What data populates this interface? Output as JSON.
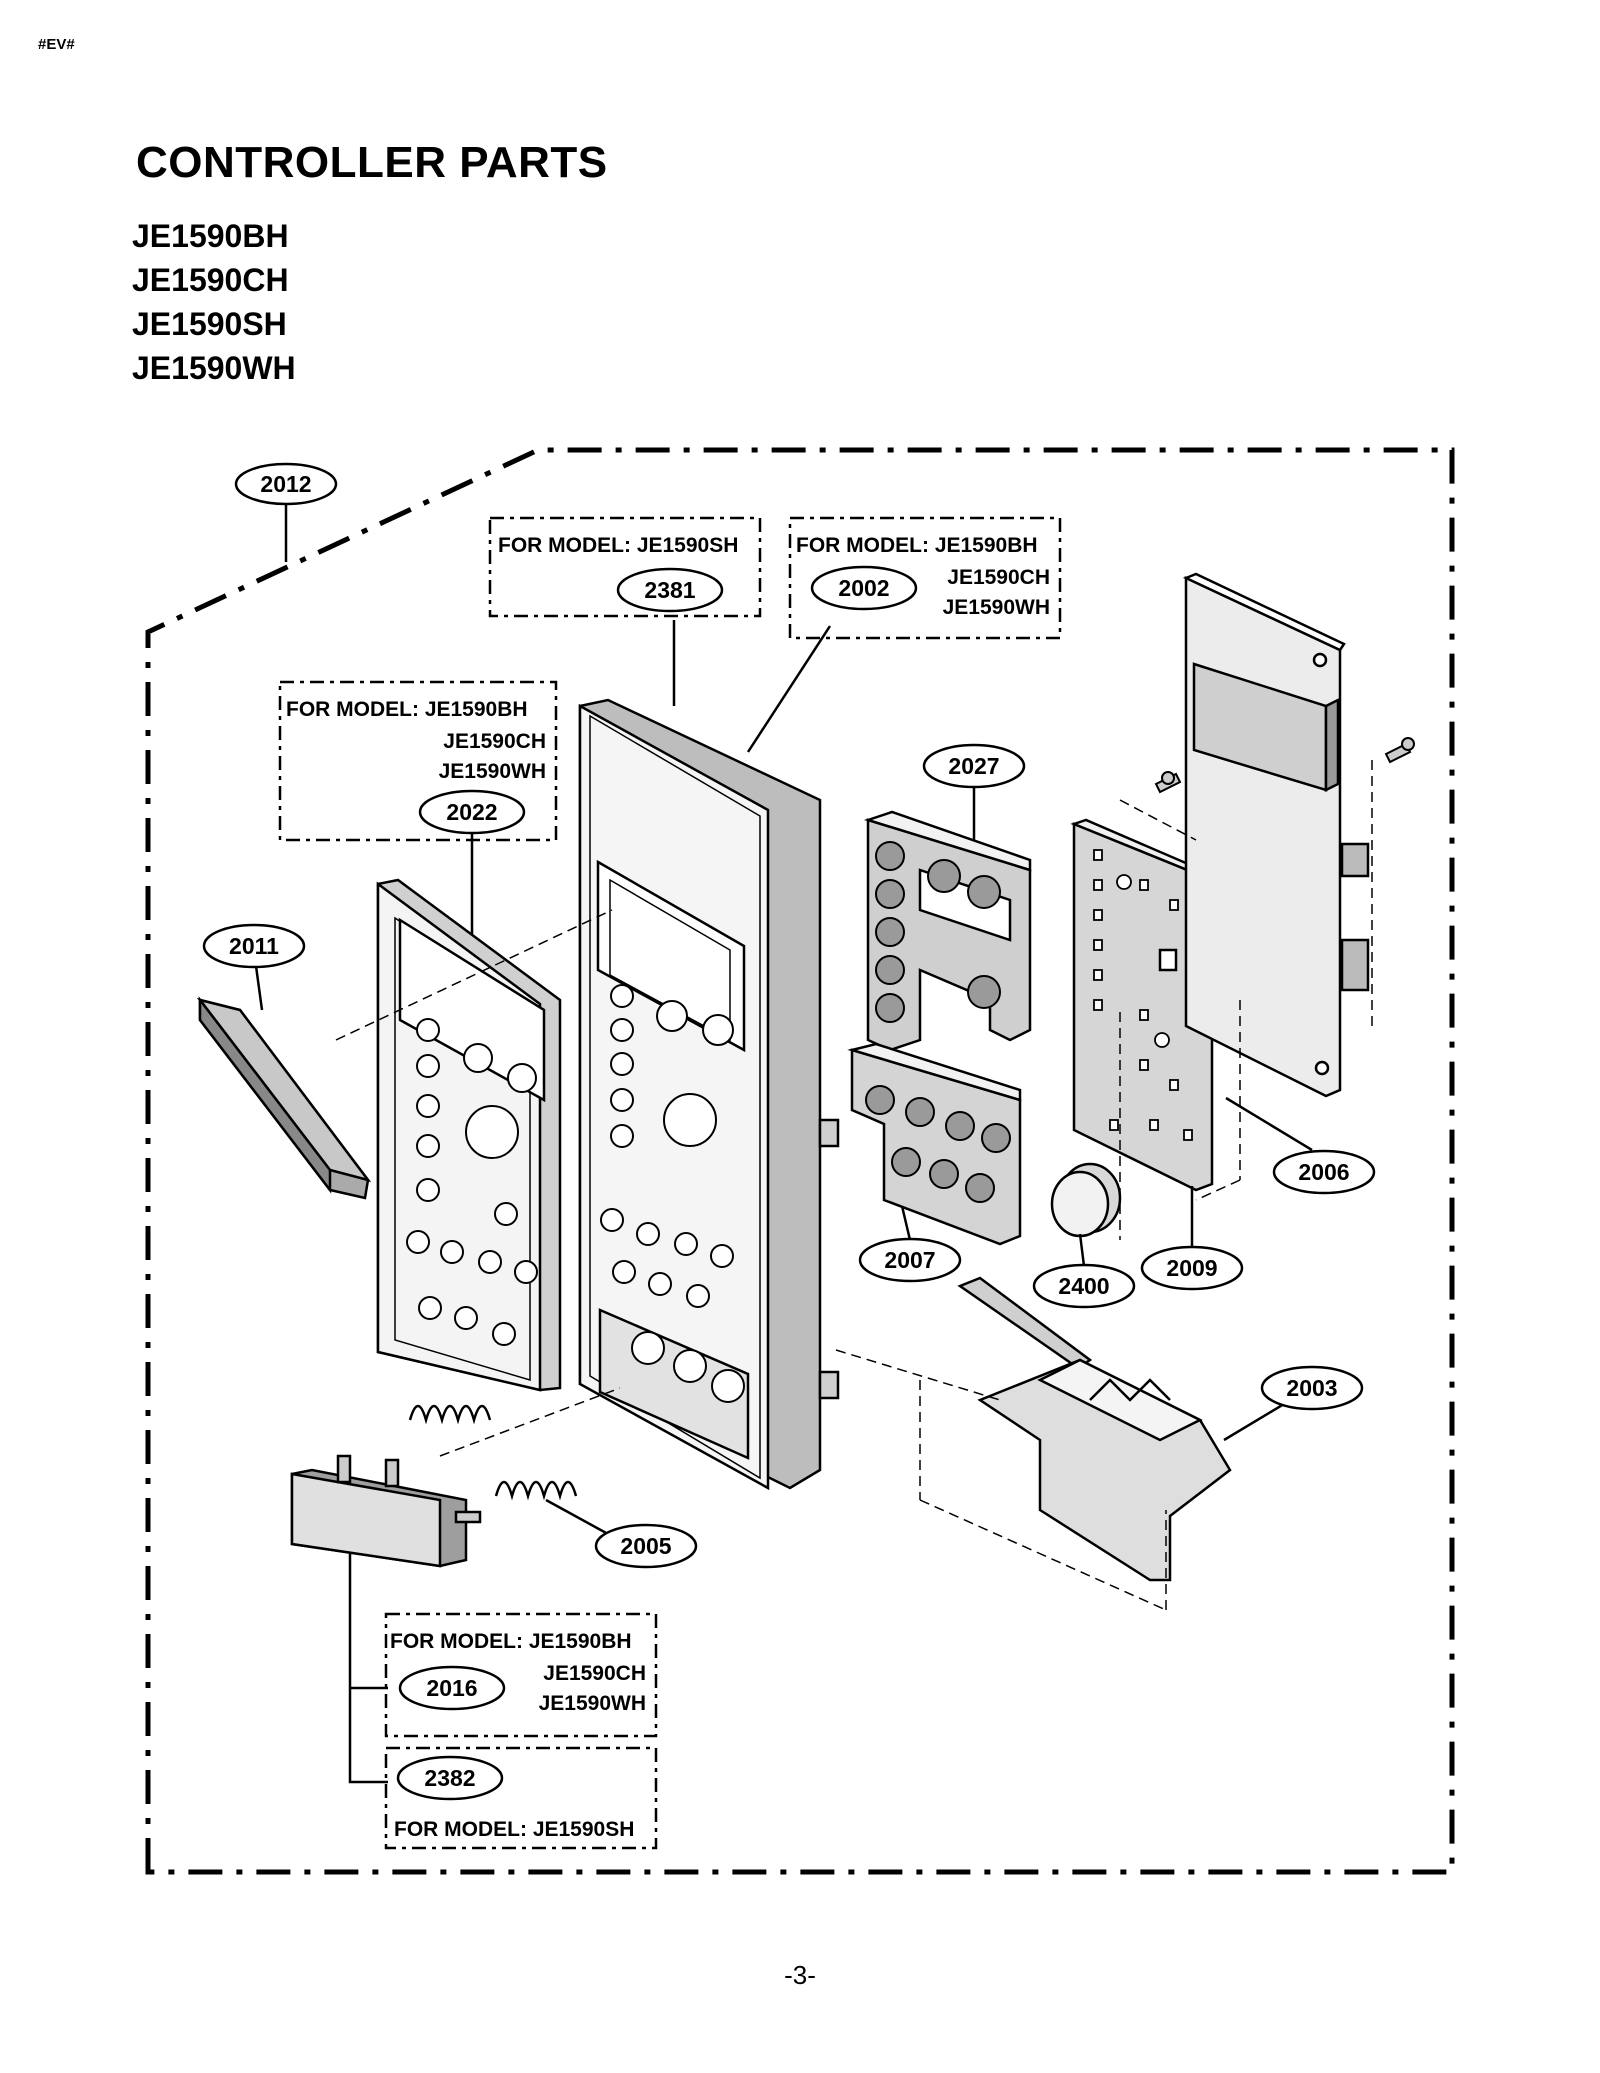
{
  "doc_tag": "#EV#",
  "title": "CONTROLLER PARTS",
  "models": [
    "JE1590BH",
    "JE1590CH",
    "JE1590SH",
    "JE1590WH"
  ],
  "page_number": "-3-",
  "callouts": {
    "p2012": "2012",
    "p2381": "2381",
    "p2002": "2002",
    "p2022": "2022",
    "p2027": "2027",
    "p2011": "2011",
    "p2006": "2006",
    "p2007": "2007",
    "p2009": "2009",
    "p2400": "2400",
    "p2003": "2003",
    "p2005": "2005",
    "p2016": "2016",
    "p2382": "2382"
  },
  "notes": {
    "n2381": [
      "FOR MODEL: JE1590SH"
    ],
    "n2002": [
      "FOR MODEL: JE1590BH",
      "JE1590CH",
      "JE1590WH"
    ],
    "n2022": [
      "FOR MODEL: JE1590BH",
      "JE1590CH",
      "JE1590WH"
    ],
    "n2016": [
      "FOR MODEL: JE1590BH",
      "JE1590CH",
      "JE1590WH"
    ],
    "n2382": [
      "FOR MODEL: JE1590SH"
    ]
  }
}
